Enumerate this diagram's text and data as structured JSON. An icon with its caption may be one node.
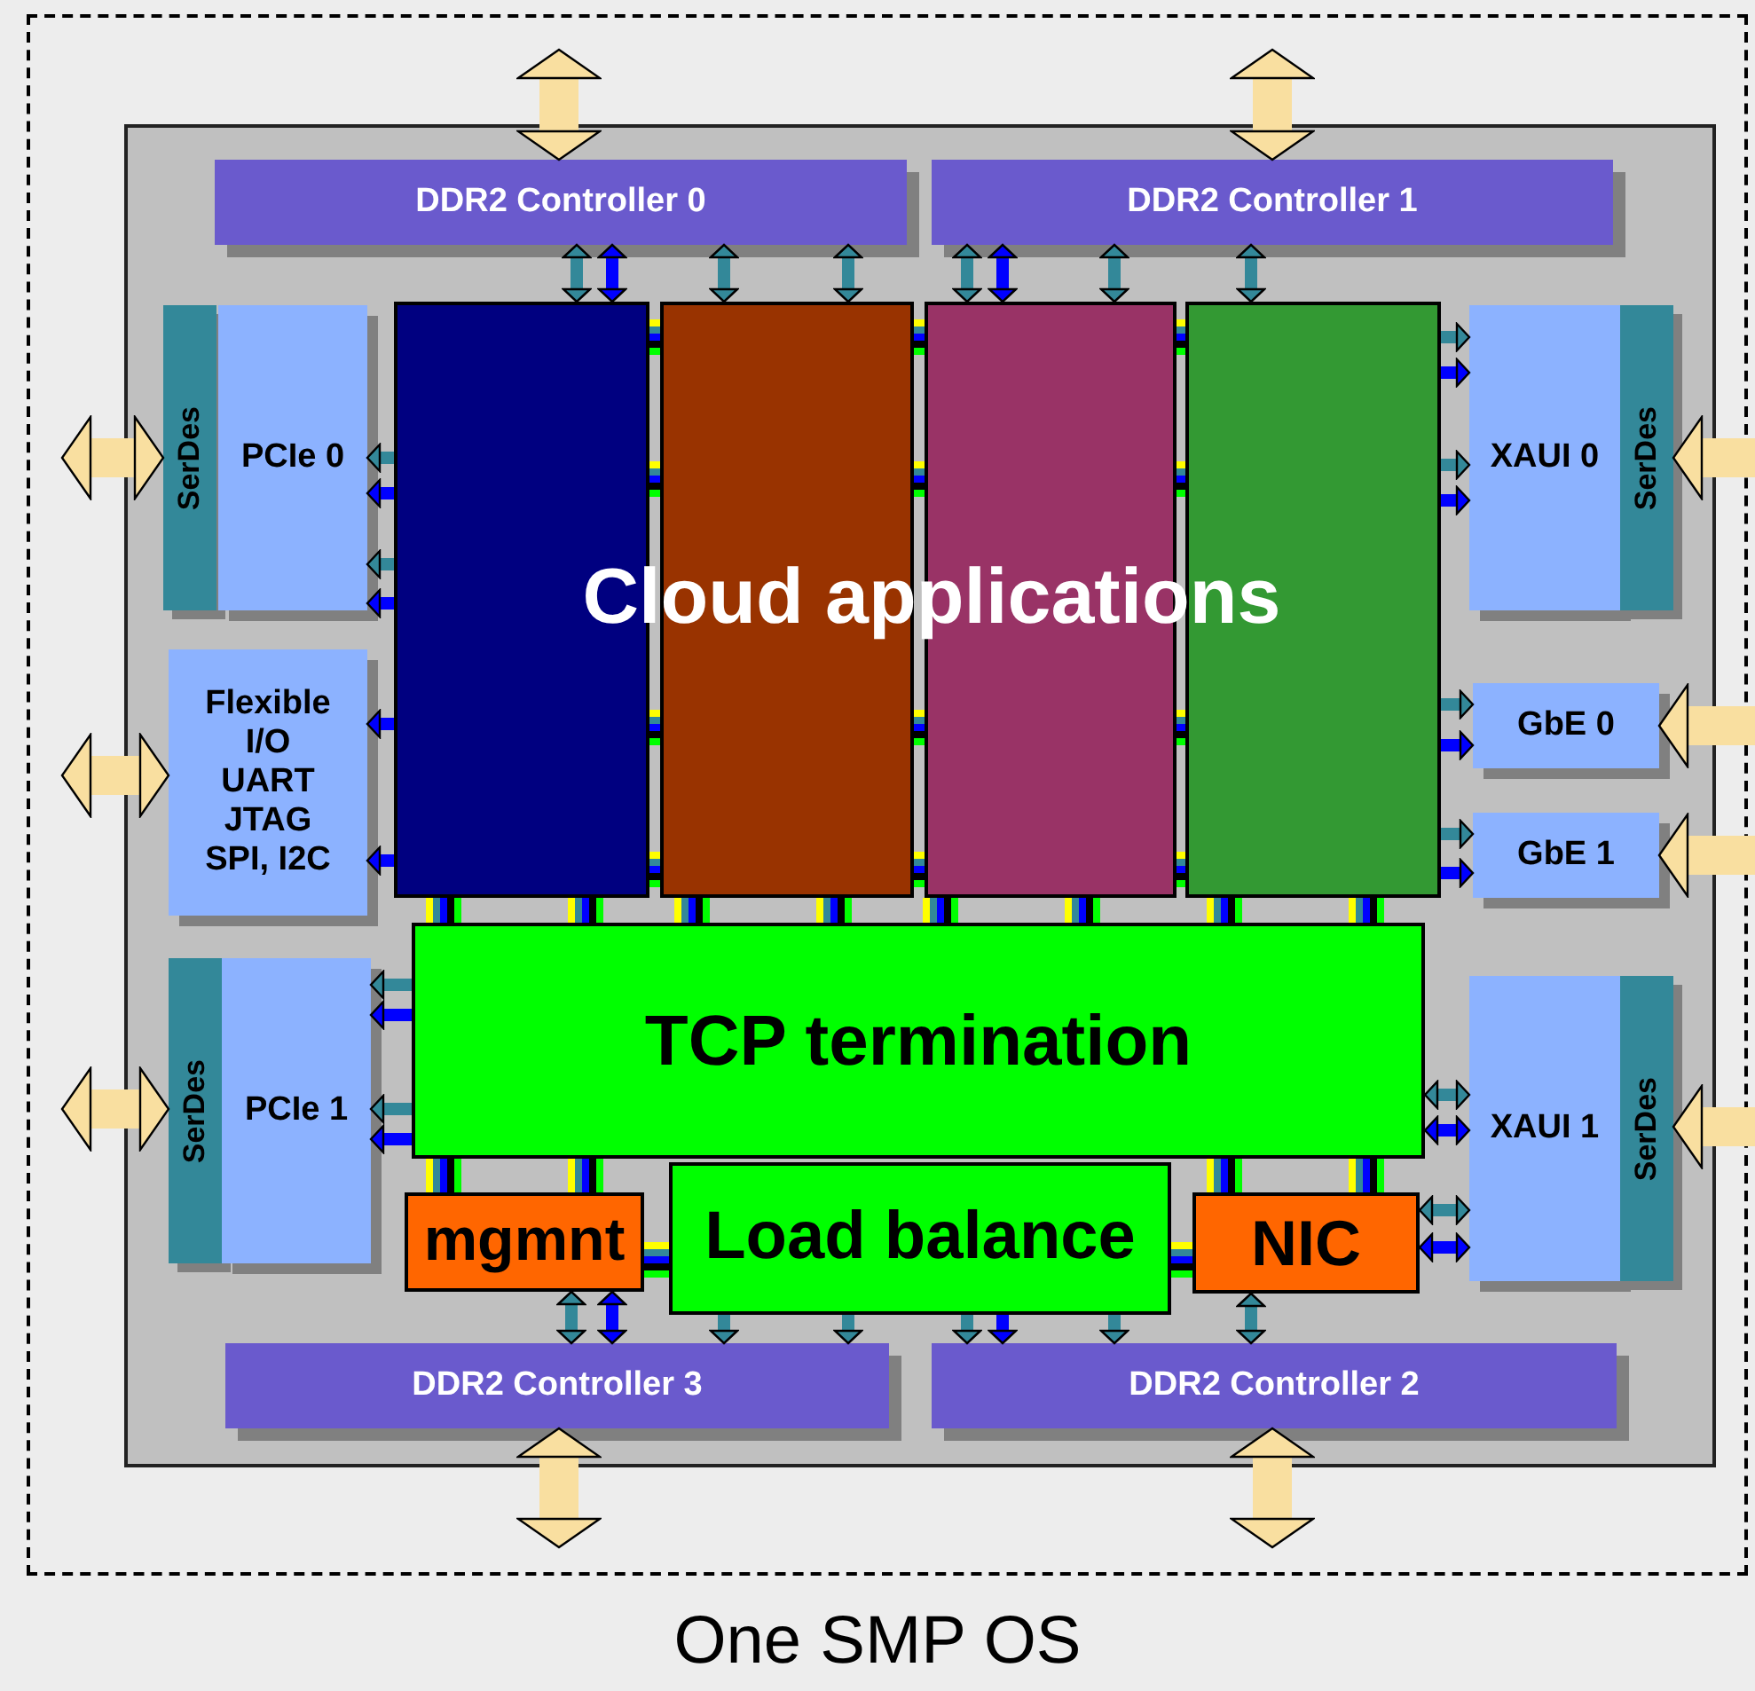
{
  "diagram": {
    "caption": "One SMP OS",
    "nodes": [
      {
        "text": [],
        "shape": "box"
      },
      {
        "text": [],
        "shape": "box",
        "in": 0
      },
      {
        "text": [
          "DDR2 Controller 0"
        ],
        "in": 1
      },
      {
        "text": [
          "DDR2 Controller 1"
        ],
        "in": 1
      },
      {
        "text": [
          "SerDes"
        ],
        "in": 1
      },
      {
        "text": [
          "PCIe 0"
        ],
        "in": 1
      },
      {
        "text": [
          "Flexible I/O UART JTAG SPI, I2C"
        ],
        "in": 1
      },
      {
        "text": [
          "SerDes"
        ],
        "in": 1
      },
      {
        "text": [
          "PCIe 1"
        ],
        "in": 1
      },
      {
        "text": [],
        "shape": "box",
        "in": 1
      },
      {
        "text": [],
        "shape": "box",
        "in": 1
      },
      {
        "text": [],
        "shape": "box",
        "in": 1
      },
      {
        "text": [],
        "shape": "box",
        "in": 1
      },
      {
        "text": [
          "TCP termination"
        ],
        "in": 1
      },
      {
        "text": [
          "mgmnt"
        ],
        "in": 1
      },
      {
        "text": [
          "Load balance"
        ],
        "in": 1
      },
      {
        "text": [
          "NIC"
        ],
        "in": 1
      },
      {
        "text": [
          "XAUI 0"
        ],
        "in": 1
      },
      {
        "text": [
          "SerDes"
        ],
        "in": 1
      },
      {
        "text": [
          "GbE 0"
        ],
        "in": 1
      },
      {
        "text": [
          "GbE 1"
        ],
        "in": 1
      },
      {
        "text": [
          "XAUI 1"
        ],
        "in": 1
      },
      {
        "text": [
          "SerDes"
        ],
        "in": 1
      },
      {
        "text": [
          "DDR2 Controller 3"
        ],
        "in": 1
      },
      {
        "text": [
          "DDR2 Controller 2"
        ],
        "in": 1
      }
    ],
    "edges": [
      {
        "from": null,
        "to": 2,
        "arrow": "both",
        "style": "thick",
        "color": "#f9dfa0"
      },
      {
        "from": null,
        "to": 3,
        "arrow": "both",
        "style": "thick",
        "color": "#f9dfa0"
      },
      {
        "from": null,
        "to": 4,
        "arrow": "both",
        "style": "thick",
        "color": "#f9dfa0"
      },
      {
        "from": null,
        "to": 6,
        "arrow": "both",
        "style": "thick",
        "color": "#f9dfa0"
      },
      {
        "from": null,
        "to": 7,
        "arrow": "both",
        "style": "thick",
        "color": "#f9dfa0"
      },
      {
        "from": null,
        "to": 18,
        "arrow": "to",
        "style": "thick",
        "color": "#f9dfa0"
      },
      {
        "from": null,
        "to": 19,
        "arrow": "to",
        "style": "thick",
        "color": "#f9dfa0"
      },
      {
        "from": null,
        "to": 20,
        "arrow": "to",
        "style": "thick",
        "color": "#f9dfa0"
      },
      {
        "from": null,
        "to": 22,
        "arrow": "to",
        "style": "thick",
        "color": "#f9dfa0"
      },
      {
        "from": null,
        "to": 23,
        "arrow": "both",
        "style": "thick",
        "color": "#f9dfa0"
      },
      {
        "from": null,
        "to": 24,
        "arrow": "both",
        "style": "thick",
        "color": "#f9dfa0"
      },
      {
        "from": 2,
        "to": 9,
        "arrow": "both"
      },
      {
        "from": 2,
        "to": 9,
        "arrow": "both",
        "color": "#0000ff"
      },
      {
        "from": 2,
        "to": 10,
        "arrow": "both"
      },
      {
        "from": 2,
        "to": 10,
        "arrow": "both"
      },
      {
        "from": 3,
        "to": 11,
        "arrow": "both"
      },
      {
        "from": 3,
        "to": 11,
        "arrow": "both",
        "color": "#0000ff"
      },
      {
        "from": 3,
        "to": 11,
        "arrow": "both"
      },
      {
        "from": 3,
        "to": 12,
        "arrow": "both"
      },
      {
        "from": 9,
        "to": 5,
        "arrow": "to"
      },
      {
        "from": 9,
        "to": 5,
        "arrow": "to",
        "color": "#0000ff"
      },
      {
        "from": 9,
        "to": 5,
        "arrow": "to"
      },
      {
        "from": 9,
        "to": 5,
        "arrow": "to",
        "color": "#0000ff"
      },
      {
        "from": 9,
        "to": 6,
        "arrow": "to",
        "color": "#0000ff"
      },
      {
        "from": 9,
        "to": 6,
        "arrow": "to",
        "color": "#0000ff"
      },
      {
        "from": 13,
        "to": 8,
        "arrow": "to"
      },
      {
        "from": 13,
        "to": 8,
        "arrow": "to",
        "color": "#0000ff"
      },
      {
        "from": 13,
        "to": 8,
        "arrow": "to"
      },
      {
        "from": 13,
        "to": 8,
        "arrow": "to",
        "color": "#0000ff"
      },
      {
        "from": 12,
        "to": 17,
        "arrow": "to"
      },
      {
        "from": 12,
        "to": 17,
        "arrow": "to",
        "color": "#0000ff"
      },
      {
        "from": 12,
        "to": 17,
        "arrow": "to"
      },
      {
        "from": 12,
        "to": 17,
        "arrow": "to",
        "color": "#0000ff"
      },
      {
        "from": 12,
        "to": 19,
        "arrow": "to"
      },
      {
        "from": 12,
        "to": 19,
        "arrow": "to",
        "color": "#0000ff"
      },
      {
        "from": 12,
        "to": 20,
        "arrow": "to"
      },
      {
        "from": 12,
        "to": 20,
        "arrow": "to",
        "color": "#0000ff"
      },
      {
        "from": 13,
        "to": 21,
        "arrow": "both"
      },
      {
        "from": 13,
        "to": 21,
        "arrow": "both",
        "color": "#0000ff"
      },
      {
        "from": 16,
        "to": 21,
        "arrow": "both"
      },
      {
        "from": 16,
        "to": 21,
        "arrow": "both",
        "color": "#0000ff"
      },
      {
        "from": 14,
        "to": 23,
        "arrow": "both"
      },
      {
        "from": 14,
        "to": 23,
        "arrow": "both",
        "color": "#0000ff"
      },
      {
        "from": 15,
        "to": 23,
        "arrow": "to"
      },
      {
        "from": 15,
        "to": 23,
        "arrow": "to"
      },
      {
        "from": 15,
        "to": 24,
        "arrow": "to"
      },
      {
        "from": 15,
        "to": 24,
        "arrow": "to",
        "color": "#0000ff"
      },
      {
        "from": 15,
        "to": 24,
        "arrow": "to"
      },
      {
        "from": 16,
        "to": 24,
        "arrow": "both"
      },
      {
        "from": 9,
        "to": 13,
        "arrow": "none"
      },
      {
        "from": 9,
        "to": 13,
        "arrow": "none"
      },
      {
        "from": 10,
        "to": 13,
        "arrow": "none"
      },
      {
        "from": 10,
        "to": 13,
        "arrow": "none"
      },
      {
        "from": 11,
        "to": 13,
        "arrow": "none"
      },
      {
        "from": 11,
        "to": 13,
        "arrow": "none"
      },
      {
        "from": 12,
        "to": 13,
        "arrow": "none"
      },
      {
        "from": 12,
        "to": 13,
        "arrow": "none"
      },
      {
        "from": 9,
        "to": 10,
        "arrow": "none"
      },
      {
        "from": 9,
        "to": 10,
        "arrow": "none"
      },
      {
        "from": 9,
        "to": 10,
        "arrow": "none"
      },
      {
        "from": 9,
        "to": 10,
        "arrow": "none"
      },
      {
        "from": 10,
        "to": 11,
        "arrow": "none"
      },
      {
        "from": 10,
        "to": 11,
        "arrow": "none"
      },
      {
        "from": 10,
        "to": 11,
        "arrow": "none"
      },
      {
        "from": 10,
        "to": 11,
        "arrow": "none"
      },
      {
        "from": 11,
        "to": 12,
        "arrow": "none"
      },
      {
        "from": 11,
        "to": 12,
        "arrow": "none"
      },
      {
        "from": 11,
        "to": 12,
        "arrow": "none"
      },
      {
        "from": 11,
        "to": 12,
        "arrow": "none"
      },
      {
        "from": 13,
        "to": 14,
        "arrow": "none"
      },
      {
        "from": 13,
        "to": 14,
        "arrow": "none"
      },
      {
        "from": 13,
        "to": 16,
        "arrow": "none"
      },
      {
        "from": 13,
        "to": 16,
        "arrow": "none"
      },
      {
        "from": 14,
        "to": 15,
        "arrow": "none"
      },
      {
        "from": 15,
        "to": 16,
        "arrow": "none"
      }
    ],
    "labels": [
      "Cloud applications"
    ]
  }
}
